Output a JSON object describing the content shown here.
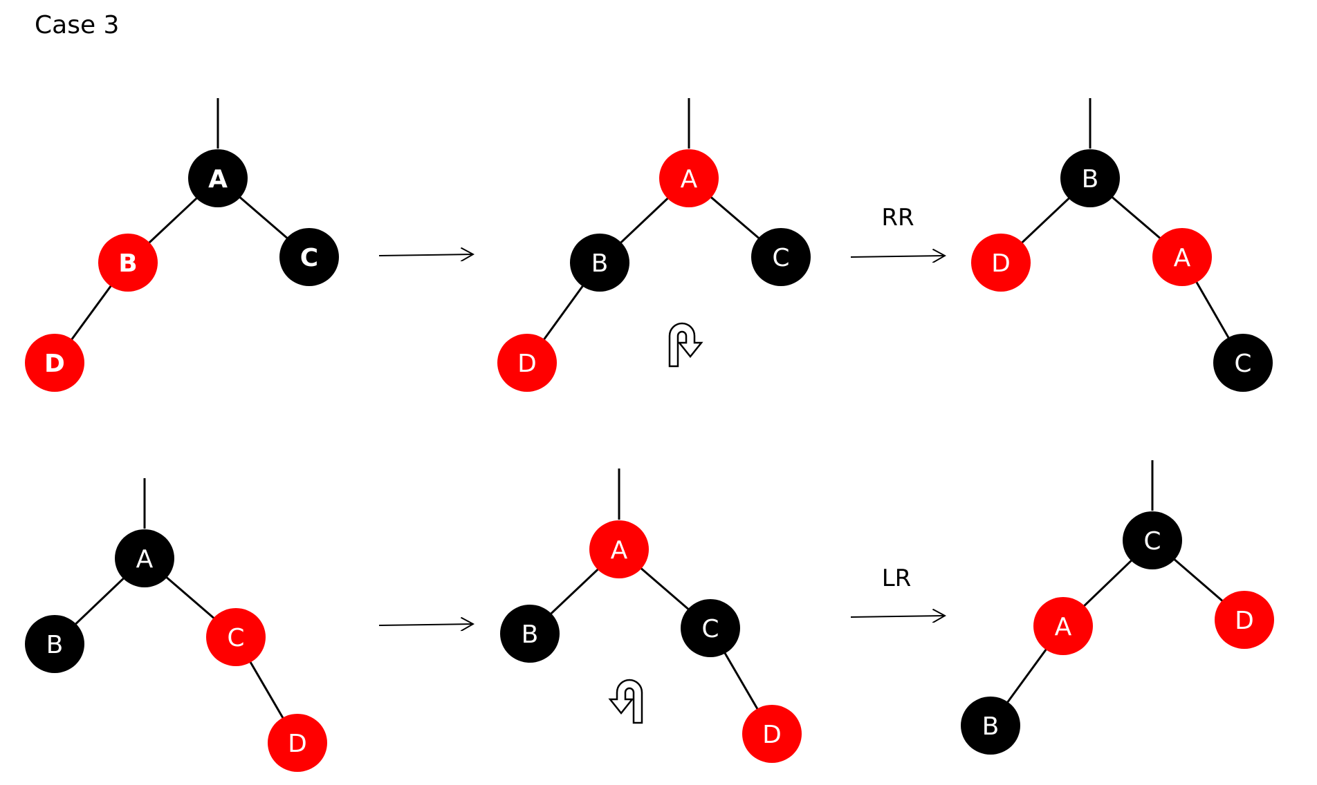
{
  "title": "Case 3",
  "colors": {
    "red": "#ff0000",
    "black": "#000000",
    "node_text": "#ffffff"
  },
  "top_row": {
    "trees": [
      {
        "nodes": [
          {
            "id": "A",
            "label": "A",
            "color": "black",
            "bold": true
          },
          {
            "id": "B",
            "label": "B",
            "color": "red",
            "bold": true
          },
          {
            "id": "C",
            "label": "C",
            "color": "black",
            "bold": true
          },
          {
            "id": "D",
            "label": "D",
            "color": "red",
            "bold": true
          }
        ],
        "edges": [
          [
            "A",
            "B"
          ],
          [
            "A",
            "C"
          ],
          [
            "B",
            "D"
          ]
        ],
        "root": "A"
      },
      {
        "nodes": [
          {
            "id": "A",
            "label": "A",
            "color": "red"
          },
          {
            "id": "B",
            "label": "B",
            "color": "black"
          },
          {
            "id": "C",
            "label": "C",
            "color": "black"
          },
          {
            "id": "D",
            "label": "D",
            "color": "red"
          }
        ],
        "edges": [
          [
            "A",
            "B"
          ],
          [
            "A",
            "C"
          ],
          [
            "B",
            "D"
          ]
        ],
        "root": "A"
      },
      {
        "nodes": [
          {
            "id": "B",
            "label": "B",
            "color": "black"
          },
          {
            "id": "D",
            "label": "D",
            "color": "red"
          },
          {
            "id": "A",
            "label": "A",
            "color": "red"
          },
          {
            "id": "C",
            "label": "C",
            "color": "black"
          }
        ],
        "edges": [
          [
            "B",
            "D"
          ],
          [
            "B",
            "A"
          ],
          [
            "A",
            "C"
          ]
        ],
        "root": "B"
      }
    ],
    "arrow_labels": [
      "",
      "RR"
    ],
    "rotation_icon": "clockwise-rotate-arrow-icon"
  },
  "bottom_row": {
    "trees": [
      {
        "nodes": [
          {
            "id": "A",
            "label": "A",
            "color": "black"
          },
          {
            "id": "B",
            "label": "B",
            "color": "black"
          },
          {
            "id": "C",
            "label": "C",
            "color": "red"
          },
          {
            "id": "D",
            "label": "D",
            "color": "red"
          }
        ],
        "edges": [
          [
            "A",
            "B"
          ],
          [
            "A",
            "C"
          ],
          [
            "C",
            "D"
          ]
        ],
        "root": "A"
      },
      {
        "nodes": [
          {
            "id": "A",
            "label": "A",
            "color": "red"
          },
          {
            "id": "B",
            "label": "B",
            "color": "black"
          },
          {
            "id": "C",
            "label": "C",
            "color": "black"
          },
          {
            "id": "D",
            "label": "D",
            "color": "red"
          }
        ],
        "edges": [
          [
            "A",
            "B"
          ],
          [
            "A",
            "C"
          ],
          [
            "C",
            "D"
          ]
        ],
        "root": "A"
      },
      {
        "nodes": [
          {
            "id": "C",
            "label": "C",
            "color": "black"
          },
          {
            "id": "A",
            "label": "A",
            "color": "red"
          },
          {
            "id": "D",
            "label": "D",
            "color": "red"
          },
          {
            "id": "B",
            "label": "B",
            "color": "black"
          }
        ],
        "edges": [
          [
            "C",
            "A"
          ],
          [
            "C",
            "D"
          ],
          [
            "A",
            "B"
          ]
        ],
        "root": "C"
      }
    ],
    "arrow_labels": [
      "",
      "LR"
    ],
    "rotation_icon": "counterclockwise-rotate-arrow-icon"
  }
}
